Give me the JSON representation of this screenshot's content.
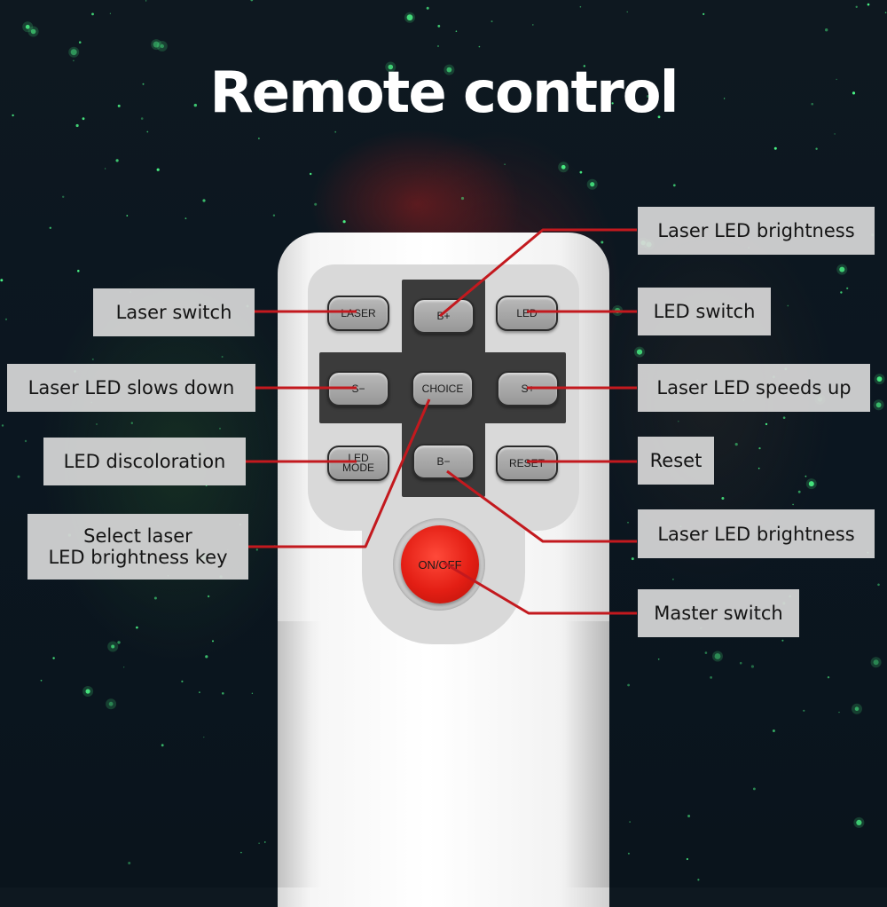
{
  "title": "Remote control",
  "colors": {
    "leader_line": "#c3191e",
    "power_button": "#e31e14",
    "label_bg": "#d7d7d7",
    "star": "#4dff8a"
  },
  "buttons": {
    "laser": "LASER",
    "b_plus": "B+",
    "led": "LED",
    "s_minus": "S−",
    "choice": "CHOICE",
    "s_plus": "S+",
    "led_mode": "LED\nMODE",
    "b_minus": "B−",
    "reset": "RESET",
    "on_off": "ON/OFF"
  },
  "labels": {
    "laser_switch": "Laser switch",
    "laser_led_slows_down": "Laser LED slows down",
    "led_discoloration": "LED discoloration",
    "select_laser_brightness_key": "Select laser\nLED brightness key",
    "laser_led_brightness_top": "Laser LED brightness",
    "led_switch": "LED switch",
    "laser_led_speeds_up": "Laser LED speeds up",
    "reset": "Reset",
    "laser_led_brightness_bottom": "Laser LED brightness",
    "master_switch": "Master switch"
  }
}
